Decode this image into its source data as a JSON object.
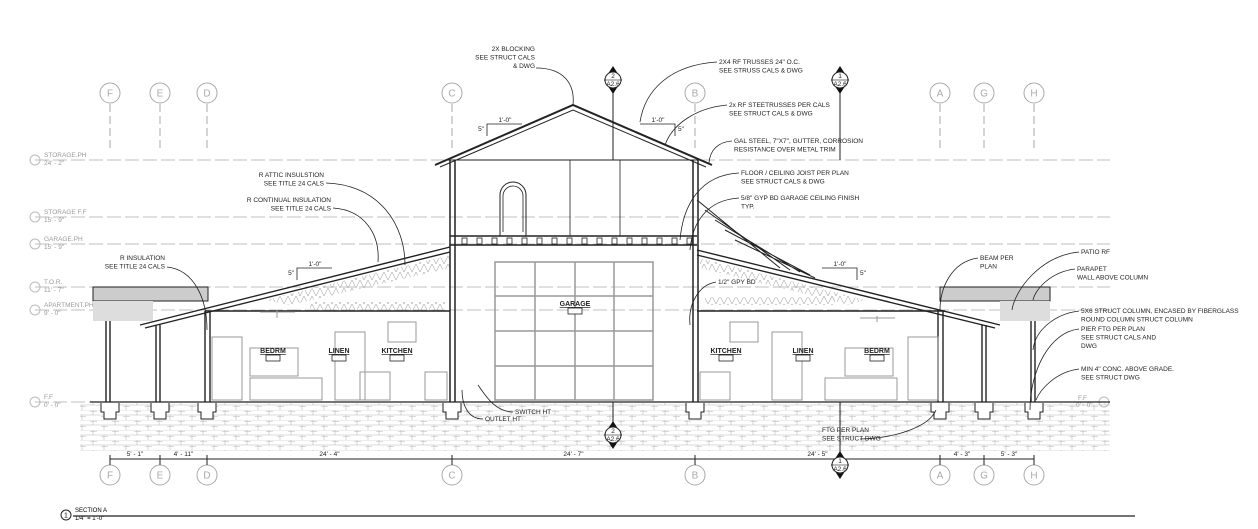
{
  "drawing": {
    "title": "SECTION A",
    "scale": "1/4\" = 1'-0\"",
    "view_number": "1"
  },
  "grid_lines": [
    "F",
    "E",
    "D",
    "C",
    "B",
    "A",
    "G",
    "H"
  ],
  "levels": [
    {
      "name": "STORAGE.PH",
      "elev": "24' - 2\""
    },
    {
      "name": "STORAGE F.F",
      "elev": "15' - 9\""
    },
    {
      "name": "GARAGE.PH",
      "elev": "15' - 9\""
    },
    {
      "name": "T.O.R.",
      "elev": "11' - 7\""
    },
    {
      "name": "APARTMENT.PH",
      "elev": "9' - 0\""
    },
    {
      "name": "F.F",
      "elev": "0' - 0\""
    }
  ],
  "right_level": {
    "name": "F.F",
    "elev": "0' - 0\""
  },
  "dimensions": [
    "5' - 1\"",
    "4' - 11\"",
    "24' - 4\"",
    "24' - 7\"",
    "24' - 5\"",
    "4' - 3\"",
    "5' - 3\""
  ],
  "section_marks": [
    {
      "number": "2",
      "sheet": "A2.6"
    },
    {
      "number": "1",
      "sheet": "A2.6"
    },
    {
      "number": "2",
      "sheet": "A2.6"
    },
    {
      "number": "1",
      "sheet": "A2.6"
    }
  ],
  "rooms": [
    "BEDRM",
    "LINEN",
    "KITCHEN",
    "GARAGE",
    "KITCHEN",
    "LINEN",
    "BEDRM"
  ],
  "slope_notes": {
    "run": "1'-0\"",
    "rise": "5\""
  },
  "callouts": [
    {
      "lines": [
        "2X BLOCKING",
        "SEE STRUCT CALS",
        "& DWG"
      ]
    },
    {
      "lines": [
        "2X4 RF TRUSSES 24\" O.C.",
        "SEE STRUSS CALS & DWG"
      ]
    },
    {
      "lines": [
        "2x RF STEETRUSSES PER CALS",
        "SEE STRUCT CALS & DWG"
      ]
    },
    {
      "lines": [
        "GAL STEEL, 7\"X7\", GUTTER, CORROSION",
        "RESISTANCE OVER METAL TRIM"
      ]
    },
    {
      "lines": [
        "FLOOR / CEILING JOIST PER PLAN",
        "SEE STRUCT CALS & DWG"
      ]
    },
    {
      "lines": [
        "5/8\" GYP BD GARAGE CEILING FINISH",
        "TYP."
      ]
    },
    {
      "lines": [
        "R ATTIC INSULSTION",
        "SEE TITLE 24 CALS"
      ]
    },
    {
      "lines": [
        "R CONTINUAL INSULATION",
        "SEE TITLE 24 CALS"
      ]
    },
    {
      "lines": [
        "R INSULATION",
        "SEE TITLE 24 CALS"
      ]
    },
    {
      "lines": [
        "BEAM PER",
        "PLAN"
      ]
    },
    {
      "lines": [
        "PATIO RF"
      ]
    },
    {
      "lines": [
        "PARAPET",
        "WALL ABOVE COLUMN"
      ]
    },
    {
      "lines": [
        "5X6 STRUCT COLUMN, ENCASED BY FIBERGLASS",
        "ROUND COLUMN STRUCT COLUMN"
      ]
    },
    {
      "lines": [
        "PIER FTG PER PLAN",
        "SEE STRUCT CALS AND",
        "DWG"
      ]
    },
    {
      "lines": [
        "MIN 4\" CONC. ABOVE GRADE.",
        "SEE STRUCT DWG"
      ]
    },
    {
      "lines": [
        "1/2\" GPY BD"
      ]
    },
    {
      "lines": [
        "SWITCH HT"
      ]
    },
    {
      "lines": [
        "OUTLET HT"
      ]
    },
    {
      "lines": [
        "FTG PER PLAN",
        "SEE STRUCT DWG"
      ]
    }
  ]
}
